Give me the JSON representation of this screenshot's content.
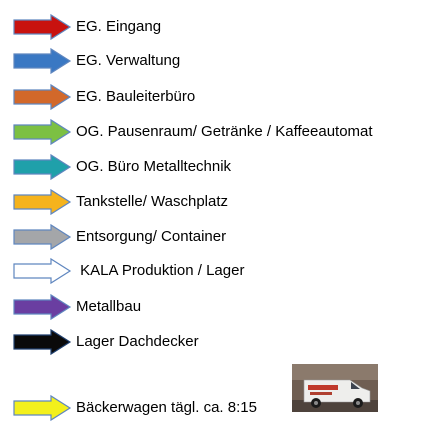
{
  "legend": {
    "items": [
      {
        "label": "EG. Eingang",
        "color": "#c8120f"
      },
      {
        "label": "EG. Verwaltung",
        "color": "#3a78c3"
      },
      {
        "label": "EG. Bauleiterbüro",
        "color": "#d2682a"
      },
      {
        "label": "OG. Pausenraum/ Getränke / Kaffeeautomat",
        "color": "#7cc043"
      },
      {
        "label": "OG. Büro Metalltechnik",
        "color": "#1fa0aa"
      },
      {
        "label": "Tankstelle/ Waschplatz",
        "color": "#f5b31c"
      },
      {
        "label": "Entsorgung/ Container",
        "color": "#a4a6a9"
      },
      {
        "label": " KALA Produktion / Lager",
        "color": "#ffffff"
      },
      {
        "label": "Metallbau",
        "color": "#6a3ea1"
      },
      {
        "label": "Lager Dachdecker",
        "color": "#0a0a0a"
      },
      {
        "label": "Bäckerwagen tägl. ca. 8:15",
        "color": "#f3f01c"
      }
    ]
  },
  "outline_color": "#5f86bf",
  "dark_outline_color": "#1f3f6d"
}
